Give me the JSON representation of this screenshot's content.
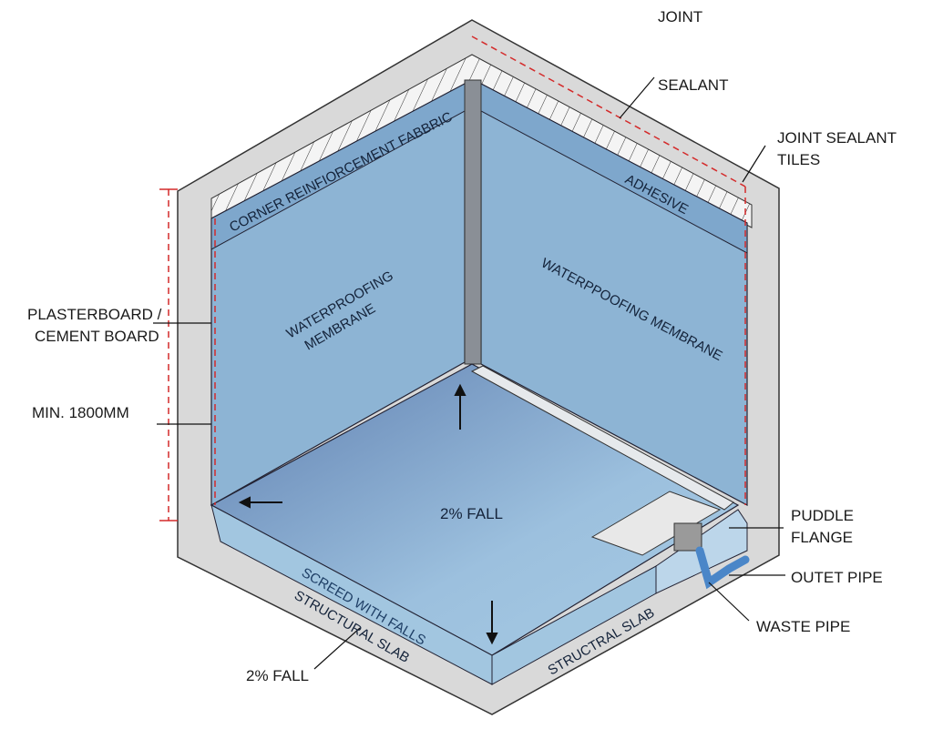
{
  "labels": {
    "joint_sealant_1": "JOINT",
    "joint_sealant_2": "SEALANT",
    "joint_sealant_tiles_1": "JOINT SEALANT",
    "joint_sealant_tiles_2": "TILES",
    "plasterboard_1": "PLASTERBOARD /",
    "plasterboard_2": "CEMENT BOARD",
    "min_height": "MIN. 1800MM",
    "puddle_flange_1": "PUDDLE",
    "puddle_flange_2": "FLANGE",
    "outlet_pipe": "OUTET PIPE",
    "waste_pipe": "WASTE PIPE",
    "fall_bottom": "2% FALL"
  },
  "inline_labels": {
    "corner_fabric": "CORNER REINFIORCEMENT FABBRIC",
    "adhesive": "ADHESIVE",
    "membrane_left_1": "WATERPROOFING",
    "membrane_left_2": "MEMBRANE",
    "membrane_right": "WATERPPOOFING MEMBRANE",
    "floor_fall": "2% FALL",
    "screed": "SCREED WITH FALLS",
    "slab_left": "STRUCTURAL SLAB",
    "slab_right": "STRUCTRAL SLAB"
  },
  "colors": {
    "concrete": "#d9d9d9",
    "membrane": "#8db4d4",
    "floor": "#7f9fc8",
    "dim_line": "#d42a2a",
    "pipe": "#4a86c8"
  }
}
